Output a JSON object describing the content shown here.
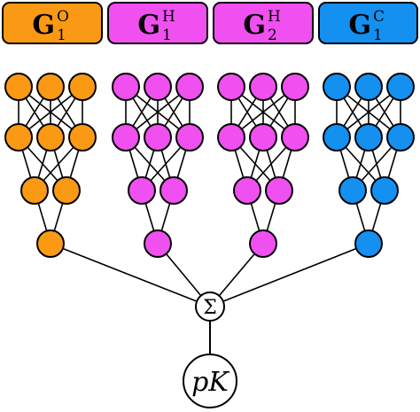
{
  "colors": {
    "stroke": "#000000",
    "orange": "#FA9A14",
    "magenta": "#F050F0",
    "blue": "#1490F0",
    "node_white": "#FFFFFF"
  },
  "networks": [
    {
      "main": "G",
      "sub": "1",
      "sup": "O",
      "color": "#FA9A14"
    },
    {
      "main": "G",
      "sub": "1",
      "sup": "H",
      "color": "#F050F0"
    },
    {
      "main": "G",
      "sub": "2",
      "sup": "H",
      "color": "#F050F0"
    },
    {
      "main": "G",
      "sub": "1",
      "sup": "C",
      "color": "#1490F0"
    }
  ],
  "sum_node": {
    "symbol": "Σ"
  },
  "output_node": {
    "p": "p",
    "k": "K"
  }
}
